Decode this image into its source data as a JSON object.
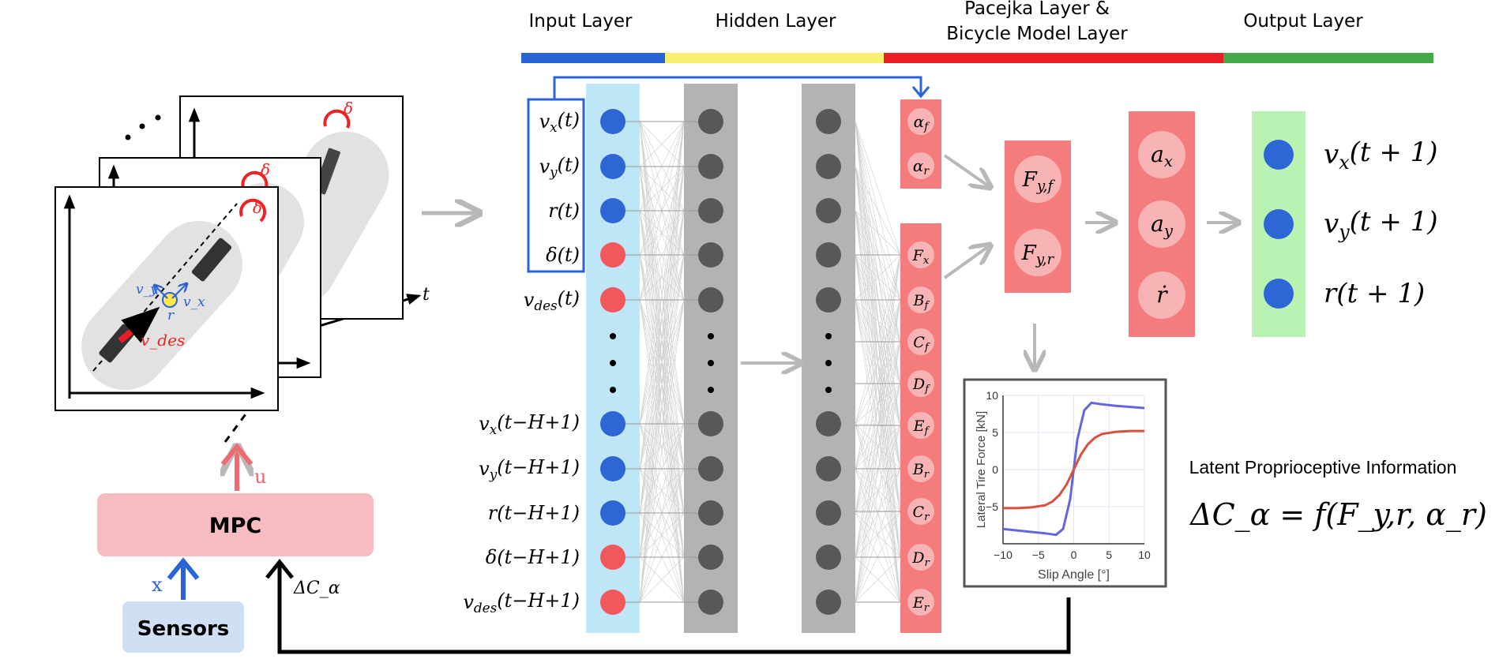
{
  "layers": {
    "input": "Input Layer",
    "hidden": "Hidden Layer",
    "pacejka_line1": "Pacejka Layer &",
    "pacejka_line2": "Bicycle Model Layer",
    "output": "Output Layer"
  },
  "colors": {
    "input_bar": "#2a63d6",
    "hidden_bar": "#f7ef6e",
    "pacejka_bar": "#ec1c24",
    "output_bar": "#45a848",
    "input_column": "#bfe6f7",
    "hidden_column": "#b3b3b3",
    "neuron_dark": "#585858",
    "neuron_blue": "#2f66d5",
    "neuron_red": "#f2575b",
    "pacejka_block": "#f47c7c",
    "pacejka_circle": "#f8b4b4",
    "output_block": "#b9f2b2",
    "mpc_block": "#f7bcc2",
    "sensors_block": "#cfe0f4",
    "arrow_gray": "#b8b8b8",
    "arrow_blue": "#2a63d6",
    "arrow_red": "#f06a70"
  },
  "inputs": [
    {
      "label": "v_x(t)",
      "color": "blue"
    },
    {
      "label": "v_y(t)",
      "color": "blue"
    },
    {
      "label": "r(t)",
      "color": "blue"
    },
    {
      "label": "δ(t)",
      "color": "red"
    },
    {
      "label": "v_des(t)",
      "color": "red"
    },
    {
      "label": "v_x(t−H+1)",
      "color": "blue"
    },
    {
      "label": "v_y(t−H+1)",
      "color": "blue"
    },
    {
      "label": "r(t−H+1)",
      "color": "blue"
    },
    {
      "label": "δ(t−H+1)",
      "color": "red"
    },
    {
      "label": "v_des(t−H+1)",
      "color": "red"
    }
  ],
  "slip_nodes": [
    "α_f",
    "α_r"
  ],
  "pacejka_params": [
    "F_x",
    "B_f",
    "C_f",
    "D_f",
    "E_f",
    "B_r",
    "C_r",
    "D_r",
    "E_r"
  ],
  "tire_forces": [
    "F_y,f",
    "F_y,r"
  ],
  "accelerations": [
    "a_x",
    "a_y",
    "ṙ"
  ],
  "outputs": [
    "v_x(t + 1)",
    "v_y(t + 1)",
    "r(t + 1)"
  ],
  "mpc": {
    "label": "MPC",
    "control": "u",
    "state": "x",
    "feedback": "ΔC_α"
  },
  "sensors": {
    "label": "Sensors"
  },
  "vehicle": {
    "time_axis": "t",
    "steer": "δ",
    "vx": "v_x",
    "vy": "v_y",
    "yaw": "r",
    "vdes": "v_des"
  },
  "latent": {
    "title": "Latent Proprioceptive Information",
    "equation": "ΔC_α = f(F_y,r, α_r)"
  },
  "chart_data": {
    "type": "line",
    "xlabel": "Slip Angle [°]",
    "ylabel": "Lateral Tire Force [kN]",
    "xlim": [
      -10,
      10
    ],
    "ylim": [
      -10,
      10
    ],
    "xticks": [
      "−10",
      "−5",
      "0",
      "5",
      "10"
    ],
    "yticks": [
      "10",
      "5",
      "0",
      "−5"
    ],
    "grid": true,
    "series": [
      {
        "color": "#6366e0",
        "x": [
          -10,
          -6,
          -4,
          -2.5,
          -1.5,
          -0.5,
          0,
          0.5,
          1.5,
          2.5,
          4,
          6,
          10
        ],
        "y": [
          -8,
          -8.4,
          -8.6,
          -8.8,
          -8,
          -4,
          0,
          4,
          8,
          9,
          8.8,
          8.6,
          8.3
        ]
      },
      {
        "color": "#d9503f",
        "x": [
          -10,
          -8,
          -6,
          -4,
          -3,
          -2,
          -1,
          0,
          1,
          2,
          3,
          4,
          6,
          8,
          10
        ],
        "y": [
          -5.2,
          -5.2,
          -5.1,
          -4.8,
          -4.3,
          -3.4,
          -2,
          0,
          2,
          3.4,
          4.3,
          4.8,
          5.1,
          5.2,
          5.2
        ]
      }
    ]
  }
}
